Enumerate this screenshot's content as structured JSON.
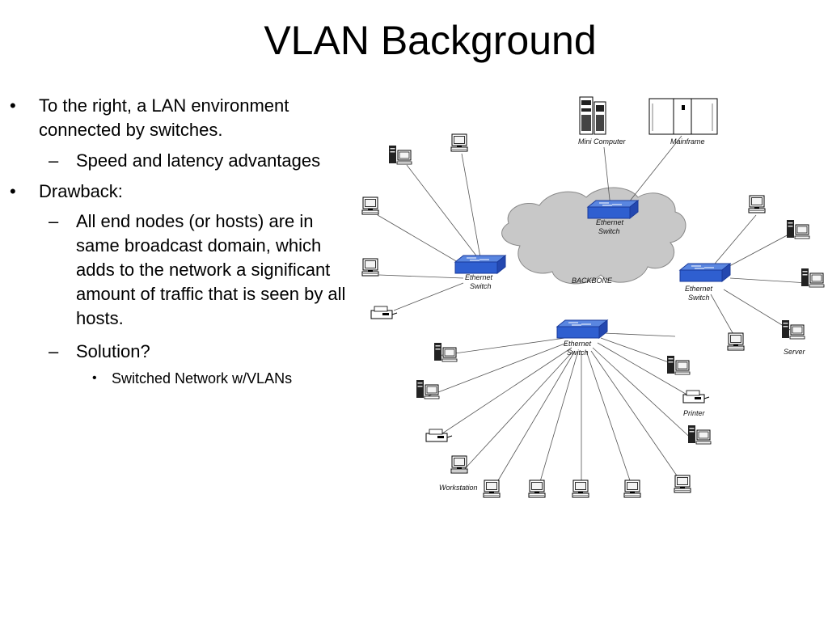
{
  "slide": {
    "title": "VLAN Background",
    "bullets": {
      "b1": "To the right, a LAN environment connected by switches.",
      "b1_sub1": "Speed and latency advantages",
      "b2": "Drawback:",
      "b2_sub1": "All end nodes (or hosts) are in same broadcast domain, which adds to the network a significant amount of traffic that is seen by all hosts.",
      "b2_sub2": "Solution?",
      "b2_sub2_sub1": "Switched Network w/VLANs"
    },
    "markers": {
      "bullet": "•",
      "dash": "–"
    }
  },
  "diagram": {
    "backbone_label": "BACKBONE",
    "switch_label_line1": "Ethernet",
    "switch_label_line2": "Switch",
    "labels": {
      "mini_computer": "Mini Computer",
      "mainframe": "Mainframe",
      "server": "Server",
      "printer": "Printer",
      "workstation": "Workstation"
    },
    "colors": {
      "switch": "#2f5fd0",
      "cloud": "#c8c8c8",
      "line": "#555555"
    }
  }
}
